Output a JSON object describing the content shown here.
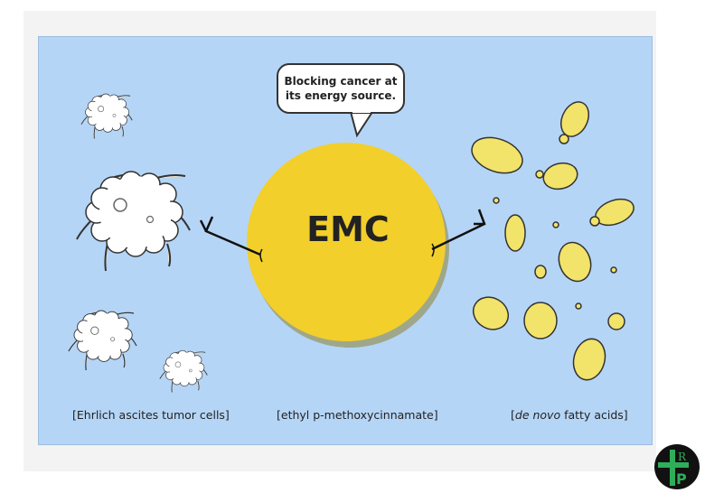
{
  "bubble": {
    "line1": "Blocking cancer at",
    "line2": "its energy source."
  },
  "center": {
    "label": "EMC"
  },
  "captions": {
    "left": "[Ehrlich ascites tumor cells]",
    "middle": "[ethyl p-methoxycinnamate]",
    "right_italic": "de novo",
    "right_rest": " fatty acids]",
    "right_open": "["
  },
  "logo": {
    "text": "IJRP"
  },
  "colors": {
    "panel": "#b5d5f6",
    "sphere": "#f2cf2a",
    "fat": "#f2e36a",
    "cell": "#ffffff"
  }
}
